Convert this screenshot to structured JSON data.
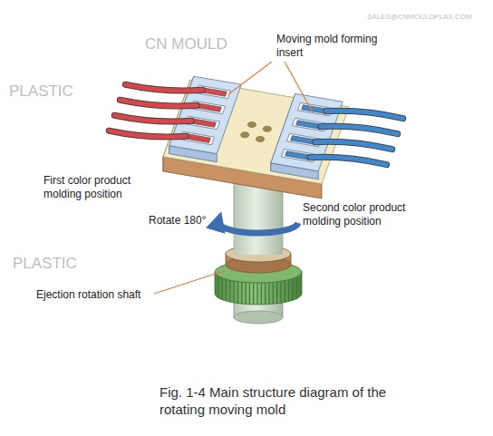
{
  "diagram": {
    "caption": "Fig. 1-4 Main structure diagram of the rotating moving mold",
    "labels": [
      "Moving mold forming insert",
      "First color product molding position",
      "Second color product molding position",
      "Rotate 180°",
      "Ejection rotation shaft",
      "CN MOULD",
      "PLASTIC",
      "PLASTIC",
      "SALES@CNMOULDPLAS.COM"
    ]
  }
}
